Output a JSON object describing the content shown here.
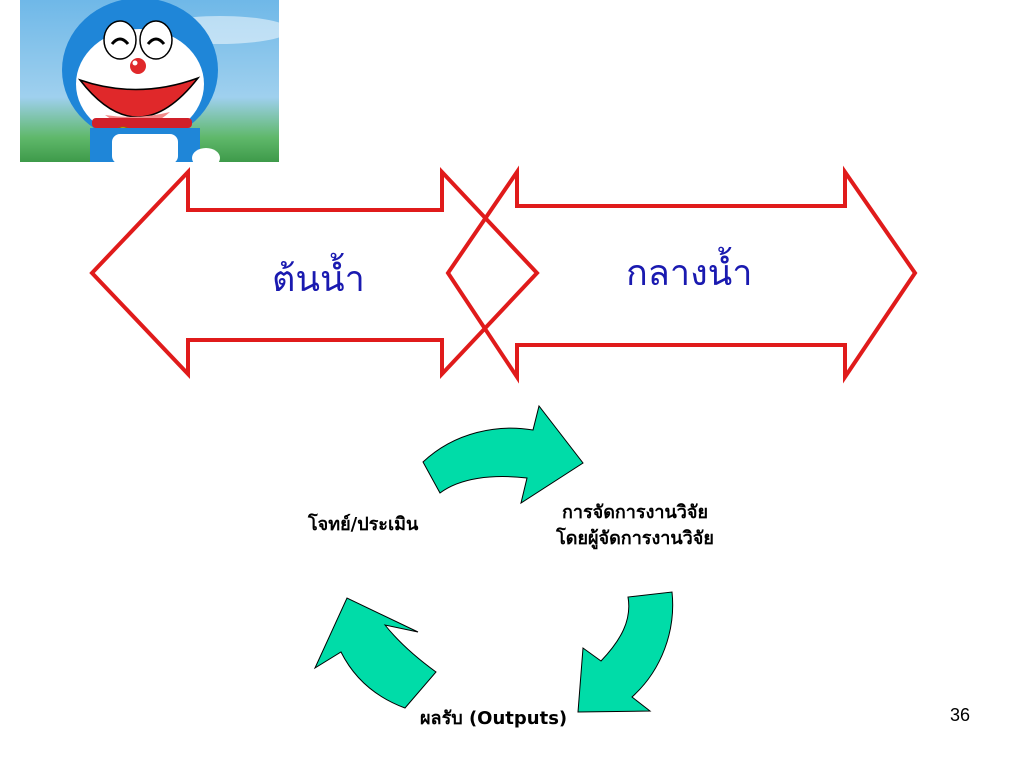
{
  "arrows": {
    "upstream_label": "ต้นน้ำ",
    "midstream_label": "กลางน้ำ",
    "outline_color": "#e01b1b"
  },
  "cycle": {
    "step_manage_line1": "การจัดการงานวิจัย",
    "step_manage_line2": "โดยผู้จัดการงานวิจัย",
    "step_outputs": "ผลรับ (Outputs)",
    "step_evaluate": "โจทย์/ประเมิน",
    "arrow_fill": "#00dca8"
  },
  "slide_number": "36",
  "image": {
    "icon": "doraemon-cartoon-image"
  }
}
